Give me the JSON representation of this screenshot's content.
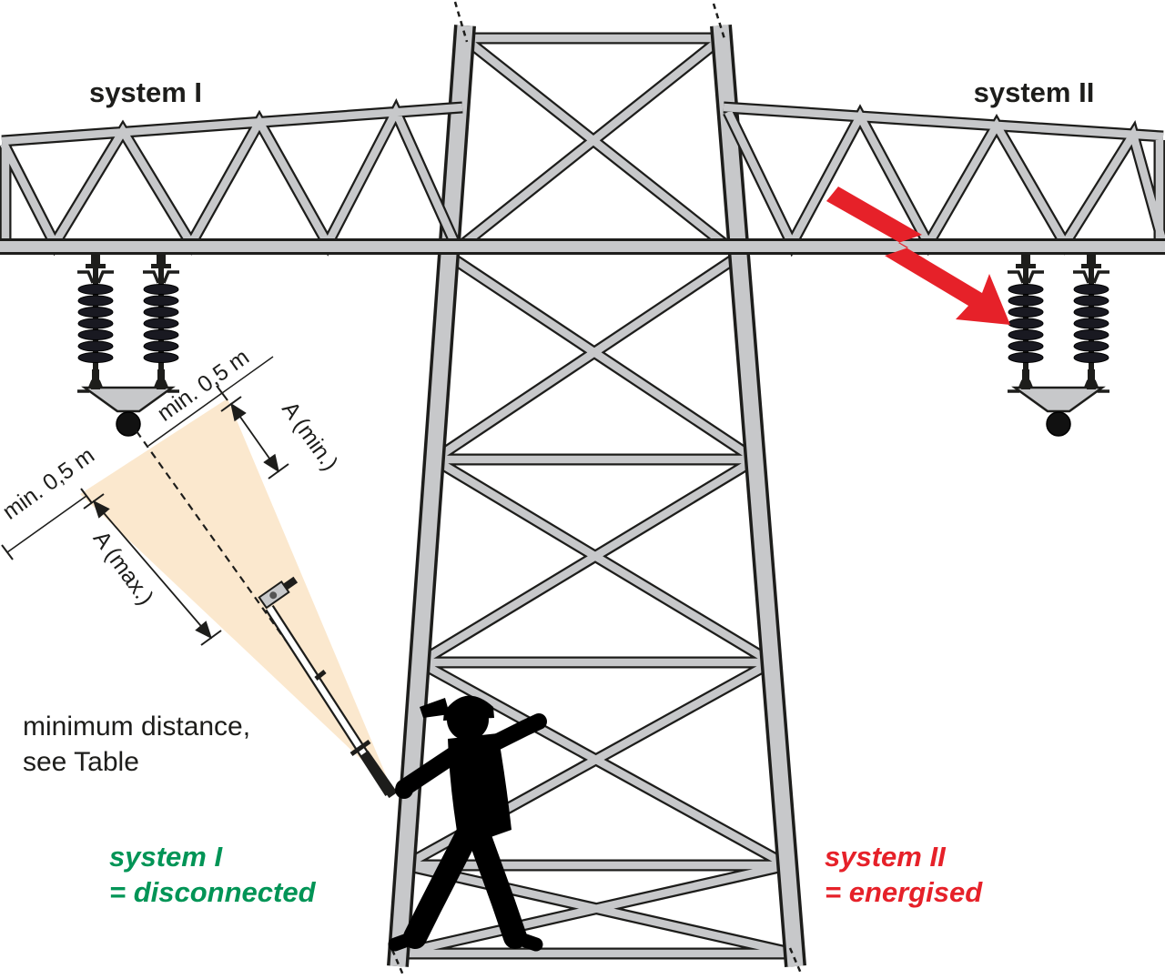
{
  "diagram": {
    "title_left": "system I",
    "title_right": "system II",
    "margin_label_upper": "min. 0,5 m",
    "margin_label_lower": "min. 0,5 m",
    "dim_a_min": "A (min.)",
    "dim_a_max": "A (max.)",
    "note_line1": "minimum distance,",
    "note_line2": "see Table",
    "status_left_line1": "system I",
    "status_left_line2": "= disconnected",
    "status_right_line1": "system II",
    "status_right_line2": "= energised"
  },
  "icons": {
    "energised_flash": "lightning-bolt-arrow"
  },
  "colors": {
    "outline": "#1d1d1b",
    "structure_fill": "#c7c8ca",
    "danger_zone_fill": "#fbe8ce",
    "disconnected_green": "#009456",
    "energised_red": "#e62129"
  }
}
